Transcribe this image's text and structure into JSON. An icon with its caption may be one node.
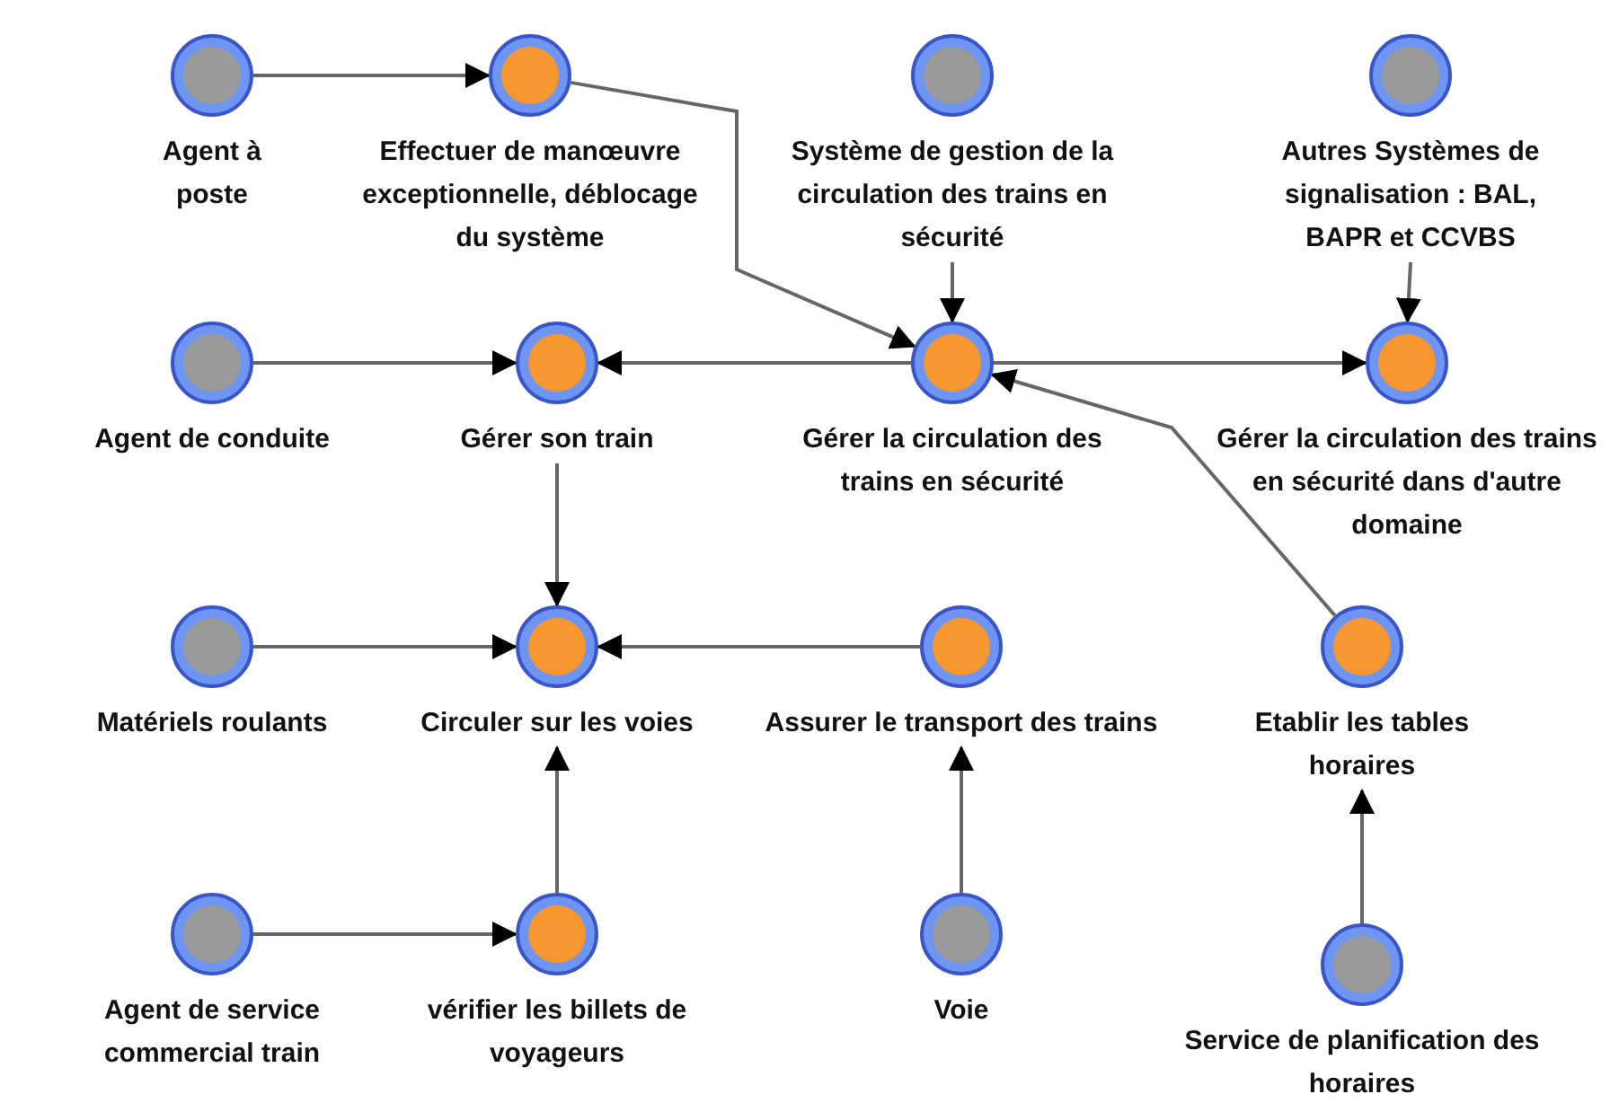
{
  "diagram": {
    "nodes": [
      {
        "text": [
          "Agent à poste"
        ]
      },
      {
        "text": [
          "Effectuer de manœuvre exceptionnelle, déblocage du système"
        ]
      },
      {
        "text": [
          "Système de gestion de la circulation des trains en sécurité"
        ]
      },
      {
        "text": [
          "Autres Systèmes de signalisation : BAL, BAPR et CCVBS"
        ]
      },
      {
        "text": [
          "Agent de conduite"
        ]
      },
      {
        "text": [
          "Gérer son train"
        ]
      },
      {
        "text": [
          "Gérer la circulation des trains en sécurité"
        ]
      },
      {
        "text": [
          "Gérer la circulation des trains en sécurité dans d'autre domaine"
        ]
      },
      {
        "text": [
          "Matériels roulants"
        ]
      },
      {
        "text": [
          "Circuler sur les voies"
        ]
      },
      {
        "text": [
          "Assurer le transport des trains"
        ]
      },
      {
        "text": [
          "Etablir les tables horaires"
        ]
      },
      {
        "text": [
          "Agent de service commercial train"
        ]
      },
      {
        "text": [
          "vérifier les billets de voyageurs"
        ]
      },
      {
        "text": [
          "Voie"
        ]
      },
      {
        "text": [
          "Service de planification des horaires"
        ]
      }
    ],
    "edges": [
      {
        "from": 0,
        "to": 1,
        "arrow": "to"
      },
      {
        "from": 1,
        "to": 6,
        "arrow": "to"
      },
      {
        "from": 2,
        "to": 6,
        "arrow": "to"
      },
      {
        "from": 3,
        "to": 7,
        "arrow": "to"
      },
      {
        "from": 4,
        "to": 5,
        "arrow": "to"
      },
      {
        "from": 6,
        "to": 5,
        "arrow": "to"
      },
      {
        "from": 6,
        "to": 7,
        "arrow": "to"
      },
      {
        "from": 5,
        "to": 9,
        "arrow": "to"
      },
      {
        "from": 8,
        "to": 9,
        "arrow": "to"
      },
      {
        "from": 10,
        "to": 9,
        "arrow": "to"
      },
      {
        "from": 13,
        "to": 9,
        "arrow": "to"
      },
      {
        "from": 12,
        "to": 13,
        "arrow": "to"
      },
      {
        "from": 14,
        "to": 10,
        "arrow": "to"
      },
      {
        "from": 11,
        "to": 6,
        "arrow": "to"
      },
      {
        "from": 15,
        "to": 11,
        "arrow": "to"
      }
    ]
  }
}
